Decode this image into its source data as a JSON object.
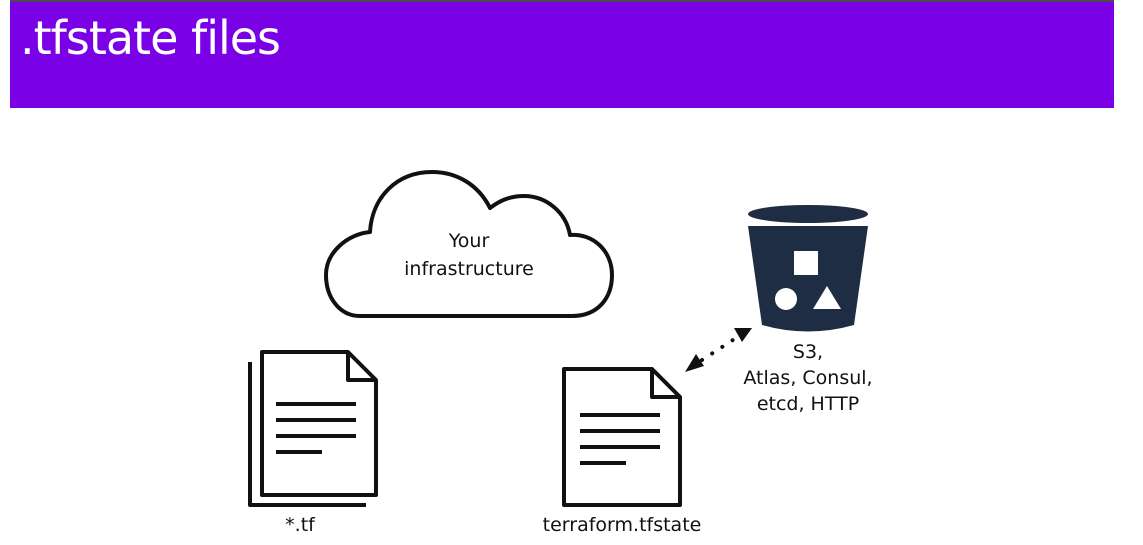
{
  "slide": {
    "title": ".tfstate files",
    "header_color": "#7a00e6"
  },
  "diagram": {
    "cloud": {
      "label_line1": "Your",
      "label_line2": "infrastructure"
    },
    "tf_files": {
      "label": "*.tf"
    },
    "state_file": {
      "label": "terraform.tfstate"
    },
    "backend": {
      "icon": "bucket-icon",
      "label_line1": "S3,",
      "label_line2": "Atlas, Consul,",
      "label_line3": "etcd, HTTP",
      "color": "#1f2d44"
    },
    "connector": {
      "style": "dotted",
      "direction": "bidirectional"
    }
  }
}
